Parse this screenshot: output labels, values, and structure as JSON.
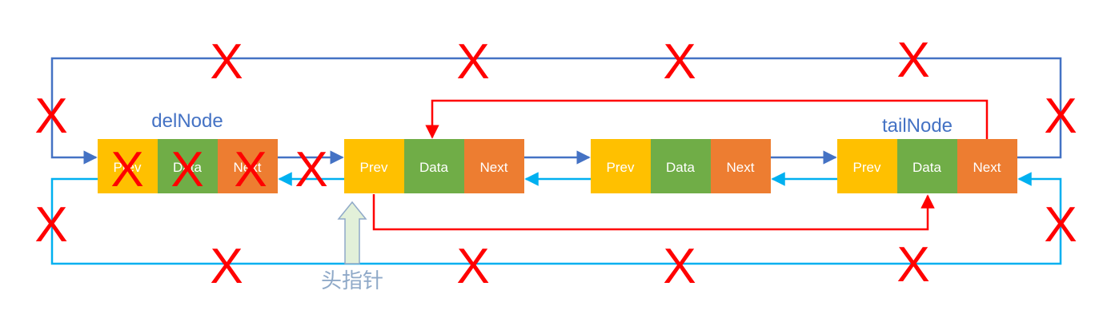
{
  "colors": {
    "prev": "#FFC000",
    "data": "#70AD47",
    "next": "#ED7D31",
    "forward_link": "#4472C4",
    "backward_link": "#00B0F0",
    "new_link": "#FF0000",
    "x_mark": "#FF0000",
    "label": "#4472C4",
    "head_arrow_fill": "#E2F0D9",
    "head_arrow_stroke": "#8FA9C8"
  },
  "nodes": [
    {
      "prev_label": "Prev",
      "data_label": "Data",
      "next_label": "Next"
    },
    {
      "prev_label": "Prev",
      "data_label": "Data",
      "next_label": "Next"
    },
    {
      "prev_label": "Prev",
      "data_label": "Data",
      "next_label": "Next"
    },
    {
      "prev_label": "Prev",
      "data_label": "Data",
      "next_label": "Next"
    }
  ],
  "labels": {
    "del_node": "delNode",
    "tail_node": "tailNode",
    "head_pointer": "头指针"
  },
  "x_mark_glyph": "X",
  "icons": {
    "head_pointer_arrow": "up-arrow-icon",
    "cross_mark": "x-mark-icon"
  }
}
